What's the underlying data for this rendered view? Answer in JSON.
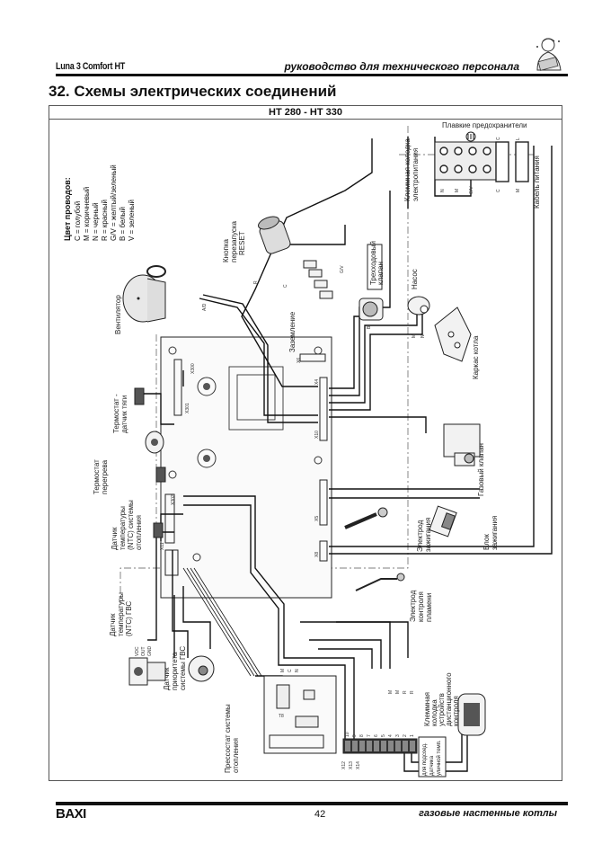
{
  "header": {
    "model": "Luna 3 Comfort HT",
    "subtitle": "руководство для технического персонала",
    "mascot_icon": "technician-mascot-icon"
  },
  "page_title": "32. Схемы электрических соединений",
  "diagram": {
    "model_range": "HT 280 - HT 330",
    "legend": {
      "title": "Цвет проводов:",
      "items": [
        "C = голубой",
        "M = коричневый",
        "N = черный",
        "R = красный",
        "G/V = желтый/зеленый",
        "B = белый",
        "V = зеленый"
      ]
    },
    "components": {
      "fuses": "Плавкие предохранители",
      "power_terminal": [
        "Клеммная колодка",
        "электропитания"
      ],
      "power_cable": "Кабель питания",
      "reset_button": [
        "Кнопка",
        "перезапуска",
        "RESET"
      ],
      "grounding": "Заземление",
      "three_way_valve": [
        "Трехходовый",
        "клапан"
      ],
      "pump": "Насос",
      "fan": "Вентилятор",
      "boiler_frame": "Каркас котла",
      "flue_thermostat": [
        "Термостат -",
        "датчик тяги"
      ],
      "overheat_thermostat": [
        "Термостат",
        "перегрева"
      ],
      "gas_valve": "Газовый клапан",
      "heating_ntc": [
        "Датчик",
        "температуры",
        "(NTC) системы",
        "отопления"
      ],
      "ignition_electrode": [
        "Электрод",
        "зажигания"
      ],
      "ignition_block": [
        "Блок",
        "зажигания"
      ],
      "dhw_ntc": [
        "Датчик",
        "температуры",
        "(NTC) ГВС"
      ],
      "flame_electrode": [
        "Электрод",
        "контроля",
        "пламени"
      ],
      "dhw_priority_sensor": [
        "Датчик",
        "приоритета",
        "системы ГВС"
      ],
      "heating_pressure_switch": [
        "Прессостат системы",
        "отопления"
      ],
      "remote_terminal": [
        "Клеммная",
        "колодка",
        "устройств",
        "дистанционного",
        "контроля"
      ],
      "outdoor_sensor_box": [
        "для подсоед.",
        "датчика",
        "уличной темп."
      ]
    },
    "terminal_labels": {
      "power_block": [
        "N",
        "M",
        "G/V",
        "C",
        "M"
      ],
      "power_block_top": [
        "C",
        "L"
      ],
      "remote_block": [
        "M",
        "M",
        "R",
        "R"
      ],
      "remote_numbers": [
        "10",
        "9",
        "8",
        "7",
        "6",
        "5",
        "4",
        "3",
        "2",
        "1"
      ],
      "aux_block": [
        "M",
        "C",
        "N"
      ],
      "dhw_sensor_pins": [
        "VDC",
        "OUT",
        "GND"
      ],
      "connectors": [
        "X4",
        "X5",
        "X6",
        "X8",
        "X10",
        "X11",
        "X12",
        "X13",
        "X14",
        "X300",
        "X301",
        "X302",
        "T8"
      ],
      "wire_marks": [
        "A/D",
        "G/V",
        "C",
        "R",
        "B",
        "M",
        "N"
      ]
    }
  },
  "footer": {
    "brand": "BAXI",
    "page_number": "42",
    "subtitle": "газовые настенные котлы"
  }
}
